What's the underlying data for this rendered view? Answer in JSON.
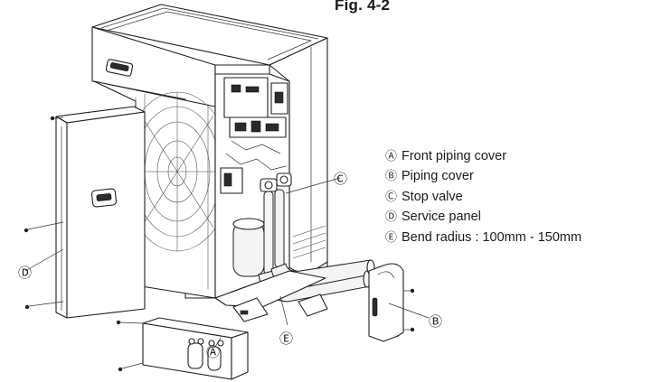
{
  "title": "Fig. 4-2",
  "legend": [
    {
      "marker": "Ⓐ",
      "text": "Front piping cover"
    },
    {
      "marker": "Ⓑ",
      "text": "Piping cover"
    },
    {
      "marker": "Ⓒ",
      "text": "Stop valve"
    },
    {
      "marker": "Ⓓ",
      "text": "Service panel"
    },
    {
      "marker": "Ⓔ",
      "text": "Bend radius : 100mm - 150mm"
    }
  ],
  "callouts": {
    "a": "Ⓐ",
    "b": "Ⓑ",
    "c": "Ⓒ",
    "d": "Ⓓ",
    "e": "Ⓔ"
  }
}
